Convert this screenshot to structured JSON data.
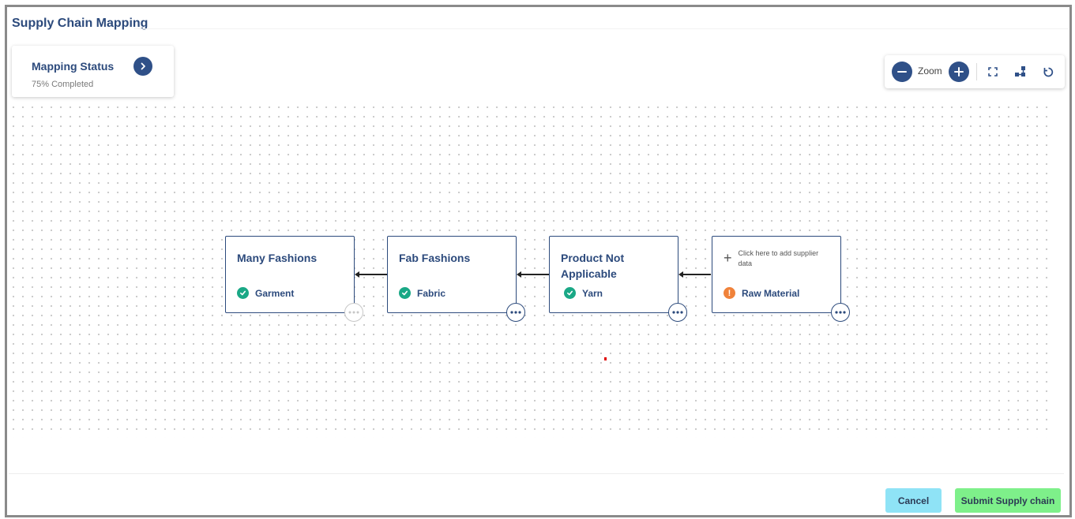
{
  "page": {
    "title": "Supply Chain Mapping"
  },
  "mapping_status": {
    "title": "Mapping Status",
    "progress_text": "75% Completed",
    "progress_percent": 75
  },
  "toolbar": {
    "zoom_label": "Zoom",
    "icons": [
      "zoom-out-icon",
      "zoom-in-icon",
      "fit-view-icon",
      "auto-layout-icon",
      "reset-icon"
    ]
  },
  "nodes": [
    {
      "name": "Many Fashions",
      "status": "Garment",
      "status_state": "complete"
    },
    {
      "name": "Fab Fashions",
      "status": "Fabric",
      "status_state": "complete"
    },
    {
      "name": "Product Not Applicable",
      "status": "Yarn",
      "status_state": "complete"
    },
    {
      "add_text": "Click here to add supplier data",
      "status": "Raw Material",
      "status_state": "warning"
    }
  ],
  "footer": {
    "cancel_label": "Cancel",
    "submit_label": "Submit Supply chain"
  },
  "colors": {
    "primary": "#2f5088",
    "text": "#2c4a7c",
    "complete": "#1aa886",
    "warning": "#f0823a",
    "cancel_bg": "#8fe3f6",
    "submit_bg": "#7ef08a"
  }
}
